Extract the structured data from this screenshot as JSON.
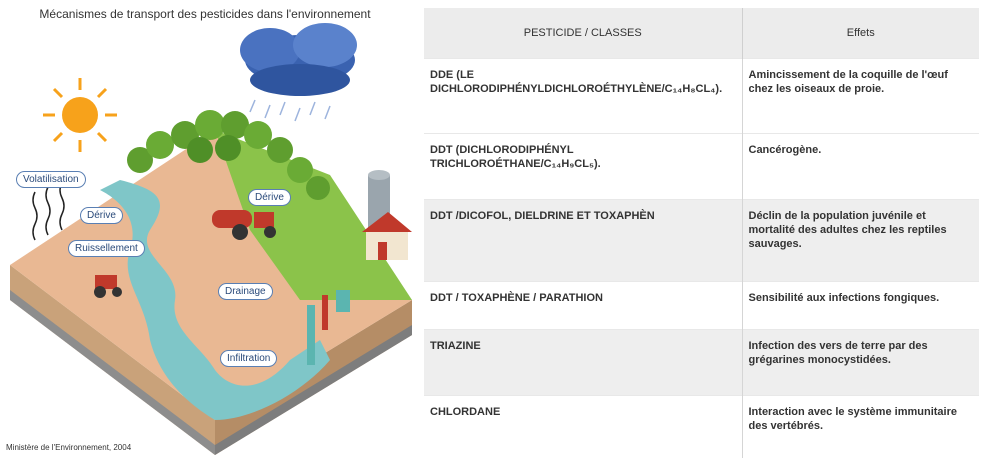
{
  "diagram": {
    "title": "Mécanismes de transport des pesticides dans l'environnement",
    "source": "Ministère de l'Environnement, 2004",
    "labels": {
      "volatilisation": "Volatilisation",
      "derive_left": "Dérive",
      "ruissellement": "Ruissellement",
      "derive_right": "Dérive",
      "drainage": "Drainage",
      "infiltration": "Infiltration"
    },
    "colors": {
      "sky_label_border": "#5a7fb3",
      "water": "#7fc6c8",
      "grass": "#7cb342",
      "soil": "#e8b48a"
    }
  },
  "table": {
    "headers": [
      "PESTICIDE / CLASSES",
      "Effets"
    ],
    "rows": [
      {
        "pesticide": "DDE (LE DICHLORODIPHÉNYLDICHLOROÉTHYLÈNE/C₁₄H₈CL₄).",
        "effet": "Amincissement de la coquille de l'œuf chez les oiseaux de proie."
      },
      {
        "pesticide": "DDT (DICHLORODIPHÉNYL TRICHLOROÉTHANE/C₁₄H₉CL₅).",
        "effet": "Cancérogène."
      },
      {
        "pesticide": "DDT /DICOFOL, DIELDRINE ET TOXAPHÈN",
        "effet": "Déclin de la population juvénile et mortalité des adultes chez les reptiles sauvages."
      },
      {
        "pesticide": "DDT / TOXAPHÈNE / PARATHION",
        "effet": "Sensibilité aux infections fongiques."
      },
      {
        "pesticide": "TRIAZINE",
        "effet": "Infection des vers de terre par des grégarines monocystidées."
      },
      {
        "pesticide": "CHLORDANE",
        "effet": "Interaction avec le système immunitaire des vertébrés."
      }
    ]
  }
}
